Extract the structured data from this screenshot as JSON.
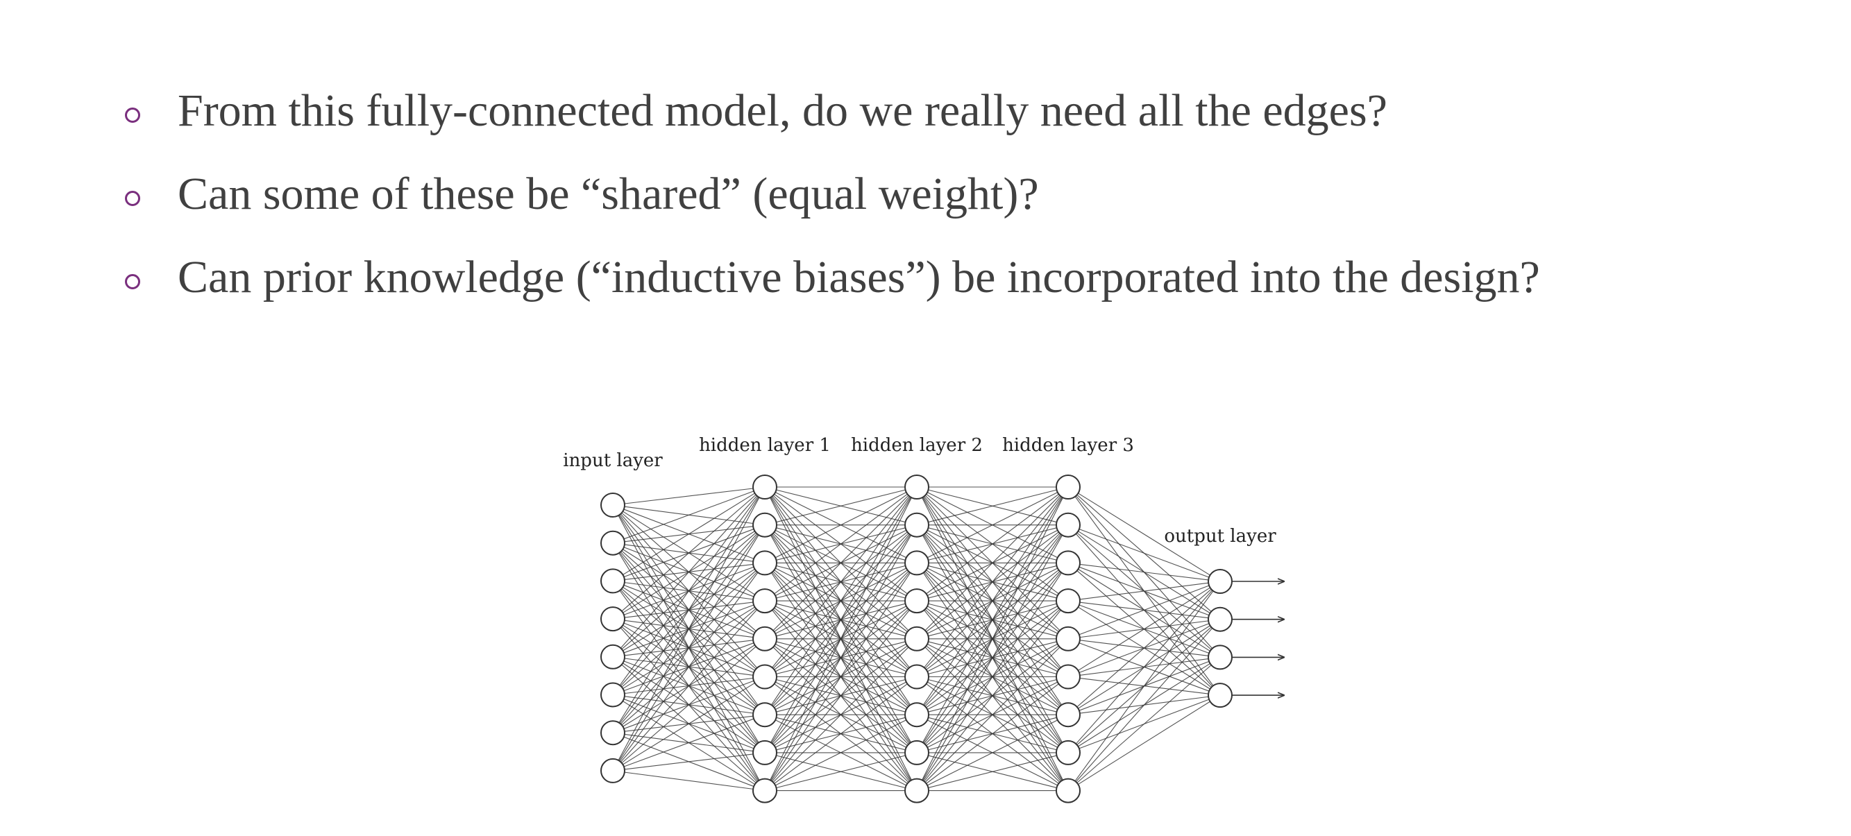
{
  "bullets": [
    "From this fully-connected model, do we really need all the edges?",
    "Can some of these be “shared” (equal weight)?",
    "Can prior knowledge (“inductive biases”) be incorporated into the design?"
  ],
  "diagram": {
    "layers": [
      {
        "label": "input layer",
        "neurons": 8
      },
      {
        "label": "hidden layer 1",
        "neurons": 9
      },
      {
        "label": "hidden layer 2",
        "neurons": 9
      },
      {
        "label": "hidden layer 3",
        "neurons": 9
      },
      {
        "label": "output layer",
        "neurons": 4
      }
    ],
    "connectivity": "fully-connected",
    "output_arrows": 4,
    "colors": {
      "bullet_marker": "#7a2f7e",
      "text": "#404040",
      "edges": "#333333",
      "node_stroke": "#333333",
      "node_fill": "#ffffff"
    }
  }
}
